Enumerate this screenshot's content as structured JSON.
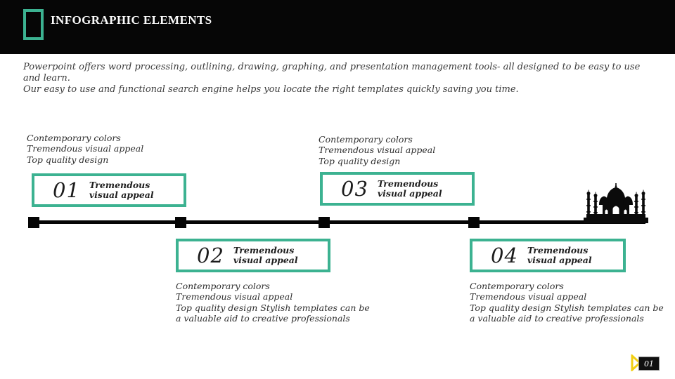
{
  "slide": {
    "header": {
      "title": "INFOGRAPHIC ELEMENTS"
    },
    "intro": {
      "line1": "Powerpoint offers word processing, outlining, drawing, graphing, and presentation management tools- all designed to be easy to use and learn.",
      "line2": "Our easy to use and functional search engine helps you locate the right templates quickly saving you time."
    },
    "timeline": {
      "items": [
        {
          "number": "01",
          "label": {
            "line1": "Tremendous",
            "line2": "visual appeal"
          },
          "notes": [
            "Contemporary colors",
            "Tremendous visual appeal",
            "Top quality design"
          ]
        },
        {
          "number": "02",
          "label": {
            "line1": "Tremendous",
            "line2": "visual appeal"
          },
          "notes": [
            "Contemporary colors",
            "Tremendous visual appeal",
            "Top quality design Stylish templates can be",
            "a valuable aid to creative professionals"
          ]
        },
        {
          "number": "03",
          "label": {
            "line1": "Tremendous",
            "line2": "visual appeal"
          },
          "notes": [
            "Contemporary colors",
            "Tremendous visual appeal",
            "Top quality design"
          ]
        },
        {
          "number": "04",
          "label": {
            "line1": "Tremendous",
            "line2": "visual appeal"
          },
          "notes": [
            "Contemporary colors",
            "Tremendous visual appeal",
            "Top quality design Stylish templates can be",
            "a valuable aid to creative professionals"
          ]
        }
      ]
    },
    "footer": {
      "page_number": "01"
    },
    "colors": {
      "accent": "#3cb291",
      "header_bar": "#060606",
      "flag_yellow": "#f2cf13",
      "timeline": "#050505"
    },
    "icons": {
      "header_icon": "rectangle-outline-icon",
      "landmark": "taj-mahal-silhouette",
      "footer_flag": "flag-icon"
    }
  }
}
